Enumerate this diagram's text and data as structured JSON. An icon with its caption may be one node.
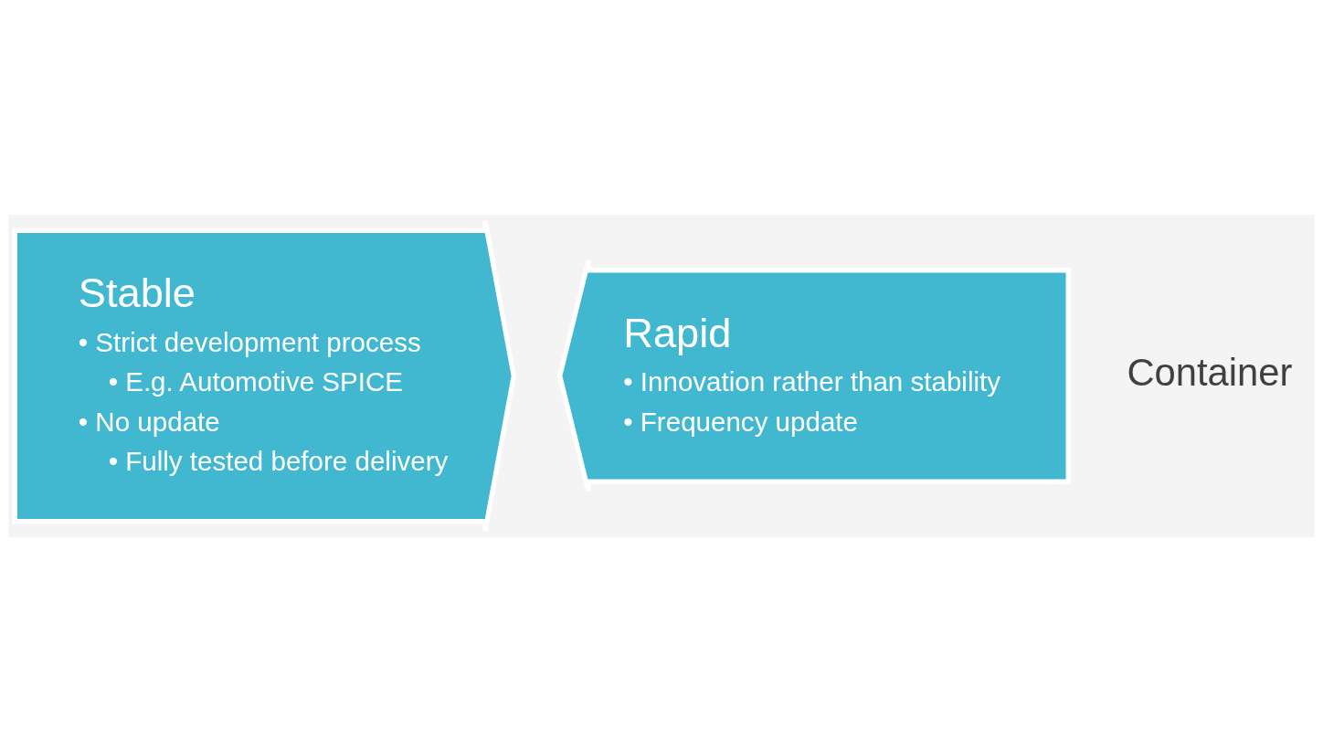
{
  "diagram": {
    "nodes": [
      {
        "text": [
          "Stable",
          "• Strict development process",
          "• E.g. Automotive SPICE",
          "• No update",
          "• Fully tested before delivery"
        ]
      },
      {
        "text": [
          "Rapid",
          "• Innovation rather than stability",
          "• Frequency update"
        ]
      }
    ],
    "edges": [],
    "labels": [
      "Container"
    ]
  }
}
